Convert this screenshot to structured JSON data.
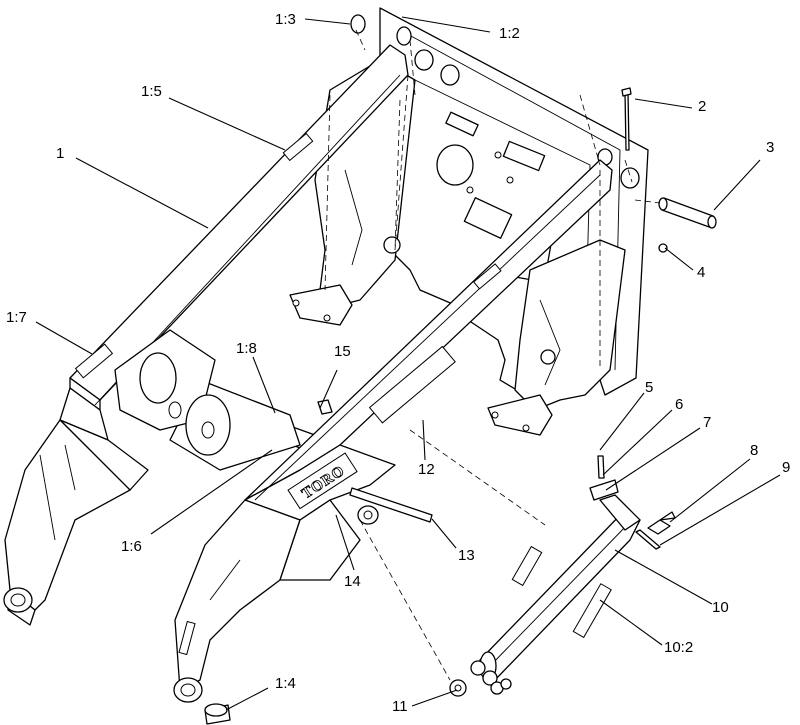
{
  "diagram": {
    "logo_text": "TORO",
    "callouts": [
      {
        "id": "1",
        "label": "1"
      },
      {
        "id": "1-2",
        "label": "1:2"
      },
      {
        "id": "1-3",
        "label": "1:3"
      },
      {
        "id": "1-4",
        "label": "1:4"
      },
      {
        "id": "1-5",
        "label": "1:5"
      },
      {
        "id": "1-6",
        "label": "1:6"
      },
      {
        "id": "1-7",
        "label": "1:7"
      },
      {
        "id": "1-8",
        "label": "1:8"
      },
      {
        "id": "2",
        "label": "2"
      },
      {
        "id": "3",
        "label": "3"
      },
      {
        "id": "4",
        "label": "4"
      },
      {
        "id": "5",
        "label": "5"
      },
      {
        "id": "6",
        "label": "6"
      },
      {
        "id": "7",
        "label": "7"
      },
      {
        "id": "8",
        "label": "8"
      },
      {
        "id": "9",
        "label": "9"
      },
      {
        "id": "10",
        "label": "10"
      },
      {
        "id": "10-2",
        "label": "10:2"
      },
      {
        "id": "11",
        "label": "11"
      },
      {
        "id": "12",
        "label": "12"
      },
      {
        "id": "13",
        "label": "13"
      },
      {
        "id": "14",
        "label": "14"
      },
      {
        "id": "15",
        "label": "15"
      }
    ]
  }
}
